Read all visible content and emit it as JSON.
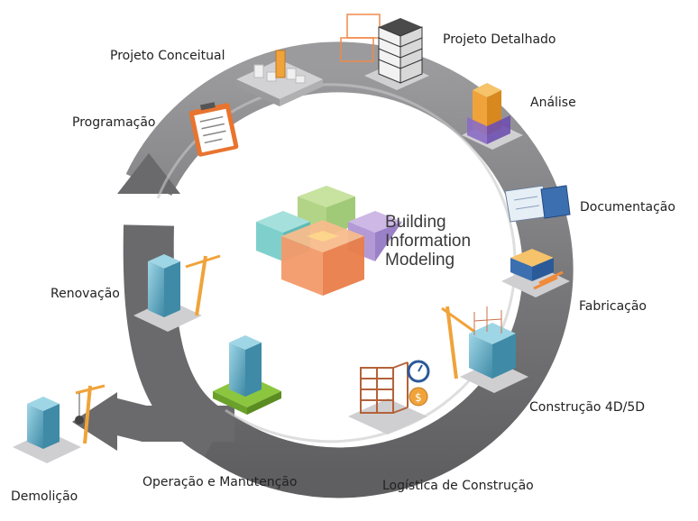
{
  "center": {
    "line1": "Building",
    "line2": "Information",
    "line3": "Modeling"
  },
  "stages": {
    "projeto_conceitual": "Projeto Conceitual",
    "projeto_detalhado": "Projeto Detalhado",
    "analise": "Análise",
    "programacao": "Programação",
    "documentacao": "Documentação",
    "fabricacao": "Fabricação",
    "renovacao": "Renovação",
    "construcao": "Construção 4D/5D",
    "demolicao": "Demolição",
    "operacao": "Operação e Manutenção",
    "logistica": "Logística de Construção"
  },
  "colors": {
    "ring": "#6e6e70",
    "ring_light": "#a9a9ab",
    "cube_teal": "#7fd0cc",
    "cube_green": "#b7d98c",
    "cube_purple": "#b39ad6",
    "cube_orange": "#f39a6a",
    "building_blue": "#5fb0c4",
    "crane_orange": "#f0a33a"
  }
}
